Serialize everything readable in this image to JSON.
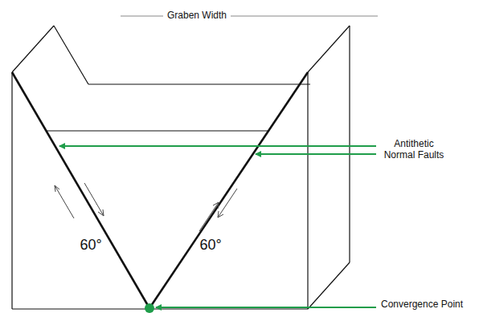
{
  "diagram": {
    "labels": [
      "Graben Width",
      "60°",
      "60°",
      "Antithetic Normal Faults",
      "Convergence Point"
    ]
  }
}
